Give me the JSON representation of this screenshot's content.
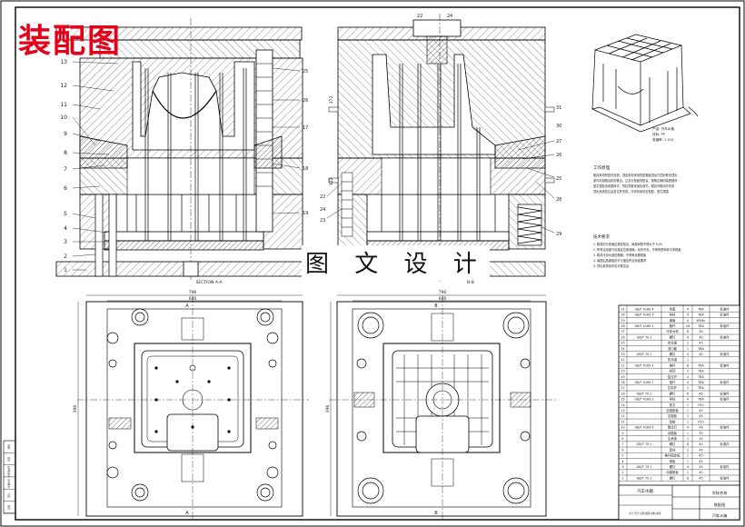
{
  "stamp_title": "装配图",
  "watermark": "图 文 设 计",
  "section_labels": {
    "left": "SECTION A-A",
    "right": "B-B"
  },
  "balloons_left": [
    "1",
    "2",
    "3",
    "4",
    "5",
    "6",
    "7",
    "8",
    "9",
    "10",
    "11",
    "12",
    "13"
  ],
  "balloons_center": [
    "25",
    "26",
    "17",
    "18",
    "19",
    "22",
    "23",
    "24"
  ],
  "balloons_right": [
    "27",
    "26",
    "25",
    "28",
    "29",
    "30",
    "31"
  ],
  "top_part_numbers": [
    "22",
    "24"
  ],
  "dimensions": {
    "left_top_outer": "796",
    "left_top_inner": "646",
    "right_top_outer": "796",
    "right_top_inner": "646",
    "left_height": "396",
    "right_height": "396",
    "left_vertical_a": "372",
    "left_vertical_b": "122"
  },
  "view_markers": {
    "a_top": "A",
    "a_bottom": "A",
    "b_top": "B",
    "b_bottom": "B"
  },
  "product_notes": [
    "产品: 汽车水箱",
    "材料: PP",
    "收缩率: 1.015"
  ],
  "tech_requirements_title": "工作原理",
  "tech_requirements_text": [
    "模具采用的是热流道，顶出机构采用的是推板顶出与顶针联合顶出",
    "零件利用推出机构推出，注意分型面的配合，按照正确的装配顺序",
    "型芯型腔采用整体式，导柱导套采用标准件，模具开模动作完成",
    "顶出系统复位由复位杆完成。冷却系统设在型腔、型芯周围"
  ],
  "tech_requirements2_title": "技术要求",
  "tech_requirements2_text": [
    "1. 模具的分型面应紧密贴合，局部间隙不得大于 0.05",
    "2. 所有活动部分应保证位置准确，动作可靠，不得有歪斜和卡滞现象",
    "3. 模具冷却水道应畅通，不得有渗漏现象",
    "4. 装配后各模板的平行度应符合标准要求",
    "5. 顶出机构动作应平稳灵活"
  ],
  "bom_rows": [
    [
      "31",
      "GB/T 4169.4",
      "导套",
      "4",
      "T8A",
      "标准件"
    ],
    [
      "30",
      "GB/T 4169.3",
      "导柱",
      "4",
      "T8A",
      "标准件"
    ],
    [
      "29",
      "",
      "弹簧",
      "4",
      "65Mn",
      ""
    ],
    [
      "28",
      "GB/T 4169.1",
      "推杆",
      "16",
      "T8A",
      "标准件"
    ],
    [
      "27",
      "",
      "冷却水嘴",
      "8",
      "45",
      ""
    ],
    [
      "26",
      "GB/T 70.1",
      "螺钉",
      "4",
      "45",
      "标准件"
    ],
    [
      "25",
      "",
      "定位圈",
      "1",
      "45",
      ""
    ],
    [
      "24",
      "",
      "浇口套",
      "1",
      "T8A",
      ""
    ],
    [
      "23",
      "GB/T 70.1",
      "螺钉",
      "4",
      "45",
      "标准件"
    ],
    [
      "22",
      "",
      "热流道",
      "1",
      "",
      ""
    ],
    [
      "21",
      "GB/T 4169.1",
      "推杆",
      "8",
      "T8A",
      "标准件"
    ],
    [
      "20",
      "",
      "斜顶",
      "2",
      "T8A",
      ""
    ],
    [
      "19",
      "",
      "复位杆",
      "4",
      "T8A",
      ""
    ],
    [
      "18",
      "GB/T 4169.1",
      "推杆",
      "4",
      "T8A",
      "标准件"
    ],
    [
      "17",
      "",
      "拉料杆",
      "1",
      "T8A",
      ""
    ],
    [
      "16",
      "GB/T 70.1",
      "螺钉",
      "6",
      "45",
      "标准件"
    ],
    [
      "15",
      "GB/T 4169.2",
      "导柱",
      "4",
      "T8A",
      "标准件"
    ],
    [
      "14",
      "",
      "型芯",
      "1",
      "P20",
      ""
    ],
    [
      "13",
      "",
      "定模座板",
      "1",
      "45",
      ""
    ],
    [
      "12",
      "",
      "定模板",
      "1",
      "45",
      ""
    ],
    [
      "11",
      "",
      "型腔",
      "1",
      "P20",
      ""
    ],
    [
      "10",
      "GB/T 4169.9",
      "限位钉",
      "4",
      "45",
      "标准件"
    ],
    [
      "9",
      "",
      "动模板",
      "1",
      "45",
      ""
    ],
    [
      "8",
      "",
      "支承板",
      "1",
      "45",
      ""
    ],
    [
      "7",
      "GB/T 70.1",
      "螺钉",
      "8",
      "45",
      "标准件"
    ],
    [
      "6",
      "",
      "垫块",
      "2",
      "45",
      ""
    ],
    [
      "5",
      "",
      "推杆固定板",
      "1",
      "45",
      ""
    ],
    [
      "4",
      "",
      "推板",
      "1",
      "45",
      ""
    ],
    [
      "3",
      "GB/T 70.1",
      "螺钉",
      "4",
      "45",
      "标准件"
    ],
    [
      "2",
      "",
      "动模座板",
      "1",
      "45",
      ""
    ],
    [
      "1",
      "GB/T 70.1",
      "螺钉",
      "6",
      "45",
      "标准件"
    ]
  ],
  "title_block": {
    "drawing_name": "汽车水箱",
    "school": "学校名称",
    "assembly": "装配图",
    "header": "序号 代号 名称 数量 材料 备注"
  },
  "left_strip": [
    "描图",
    "描校",
    "旧底图总号",
    "底图总号",
    "签字",
    "日期"
  ]
}
